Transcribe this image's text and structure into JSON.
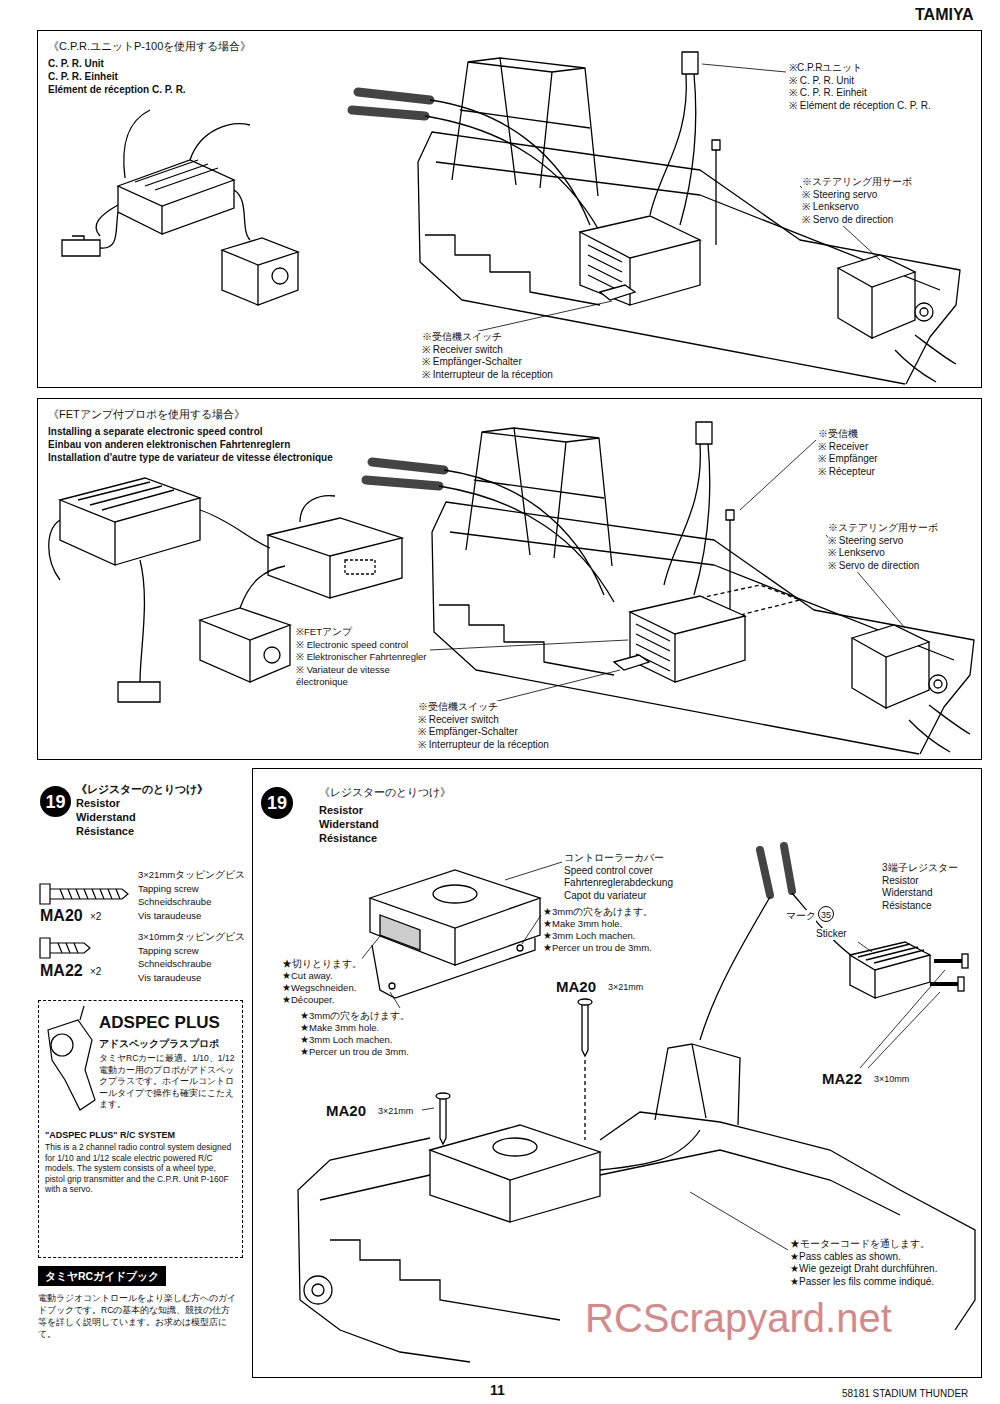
{
  "diagram": {
    "nodes": [
      {
        "text": [
          "《C.P.R.ユニットP-100を使用する場合》",
          "C. P. R. Unit",
          "C. P. R. Einheit",
          "Elément de réception C. P. R."
        ]
      },
      {
        "text": [
          "《FETアンプ付プロポを使用する場合》",
          "Installing a separate electronic speed control",
          "Einbau von anderen elektronischen Fahrtenreglern",
          "Installation d'autre type de variateur de vitesse électronique"
        ]
      },
      {
        "text": [
          "19"
        ]
      },
      {
        "text": [
          "ADSPEC PLUS",
          "アドスペックプラスプロポ",
          "タミヤRCカーに最適。1/10、1/12電動カー用のプロポがアドスペックプラスです。ホイールコントロールタイプで操作も確実にこたえます。",
          "\"ADSPEC PLUS\" R/C SYSTEM",
          "This is a 2 channel radio control system designed for 1/10 and 1/12 scale electric powered R/C models. The system consists of a wheel type, pistol grip transmitter and the C.P.R. Unit P-160F with a servo."
        ]
      },
      {
        "text": [
          "タミヤRCガイドブック"
        ]
      },
      {
        "text": [
          "《レジスターのとりつけ》",
          "Resistor",
          "Widerstand",
          "Résistance"
        ]
      },
      {
        "text": [
          "19"
        ],
        "in": 5
      }
    ],
    "labels": [
      "TAMIYA",
      "※C.P.Rユニット",
      "※ C. P. R. Unit",
      "※ C. P. R. Einheit",
      "※ Elément de réception C. P. R.",
      "※ステアリング用サーボ",
      "※ Steering servo",
      "※ Lenkservo",
      "※ Servo de direction",
      "※受信機スイッチ",
      "※ Receiver switch",
      "※ Empfänger-Schalter",
      "※ Interrupteur de la réception",
      "※受信機",
      "※ Receiver",
      "※ Empfänger",
      "※ Récepteur",
      "※ステアリング用サーボ",
      "※ Steering servo",
      "※ Lenkservo",
      "※ Servo de direction",
      "※FETアンプ",
      "※ Electronic speed control",
      "※ Elektronischer Fahrtenregler",
      "※ Variateur de vitesse électronique",
      "※受信機スイッチ",
      "※ Receiver switch",
      "※ Empfänger-Schalter",
      "※ Interrupteur de la réception",
      "《レジスターのとりつけ》",
      "Resistor",
      "Widerstand",
      "Résistance",
      "3×21mmタッピングビス",
      "Tapping screw",
      "Schneidschraube",
      "Vis taraudeuse",
      "MA20",
      "×2",
      "3×10mmタッピングビス",
      "Tapping screw",
      "Schneidschraube",
      "Vis taraudeuse",
      "MA22",
      "×2",
      "コントローラーカバー",
      "Speed control cover",
      "Fahrtenreglerabdeckung",
      "Capot du variateur",
      "★3mmの穴をあけます。",
      "★Make 3mm hole.",
      "★3mm Loch machen.",
      "★Percer un trou de 3mm.",
      "★切りとります。",
      "★Cut away.",
      "★Wegschneiden.",
      "★Découper.",
      "★3mmの穴をあけます。",
      "★Make 3mm hole.",
      "★3mm Loch machen.",
      "★Percer un trou de 3mm.",
      "MA20",
      "3×21mm",
      "マーク",
      "35",
      "Sticker",
      "3端子レジスター",
      "Resistor",
      "Widerstand",
      "Résistance",
      "MA20",
      "3×21mm",
      "MA22",
      "3×10mm",
      "★モーターコードを通します。",
      "★Pass cables as shown.",
      "★Wie gezeigt Draht durchführen.",
      "★Passer les fils comme indiqué.",
      "電動ラジオコントロールをより楽しむ方へのガイドブックです。RCの基本的な知識、競技の仕方等を詳しく説明しています。お求めは模型店にて。",
      "11",
      "58181 STADIUM THUNDER",
      "RCScrapyard.net"
    ]
  }
}
